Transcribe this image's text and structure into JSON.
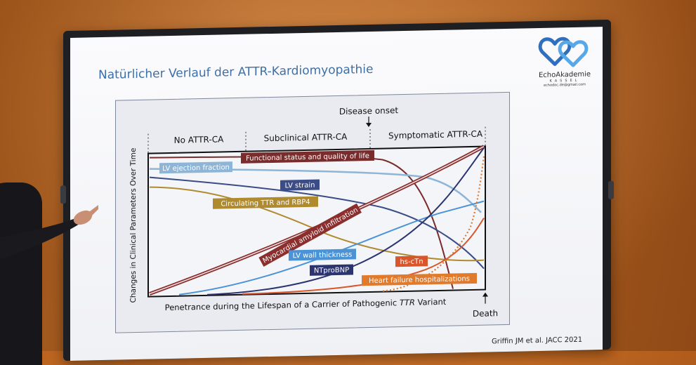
{
  "slide": {
    "title": "Natürlicher Verlauf der ATTR-Kardiomyopathie",
    "citation": "Griffin JM et al. JACC 2021"
  },
  "logo": {
    "name": "EchoAkademie",
    "sub": "KASSEL",
    "email": "echodoc.de@gmail.com"
  },
  "figure": {
    "disease_onset": "Disease onset",
    "phases": [
      "No ATTR-CA",
      "Subclinical ATTR-CA",
      "Symptomatic ATTR-CA"
    ],
    "y_axis_label": "Changes in Clinical Parameters Over Time",
    "x_axis_label_prefix": "Penetrance during the Lifespan of a Carrier of Pathogenic ",
    "x_axis_label_italic": "TTR",
    "x_axis_label_suffix": " Variant",
    "death_label": "Death",
    "curves": [
      {
        "label": "Functional status and quality of life",
        "color": "#7a2b2b"
      },
      {
        "label": "LV ejection fraction",
        "color": "#8fb5d6"
      },
      {
        "label": "LV strain",
        "color": "#3b4c86"
      },
      {
        "label": "Circulating TTR and RBP4",
        "color": "#b08a2e"
      },
      {
        "label": "Myocardial amyloid infiltration",
        "color": "#8a2e2e"
      },
      {
        "label": "LV wall thickness",
        "color": "#4a93d6"
      },
      {
        "label": "NTproBNP",
        "color": "#2c3470"
      },
      {
        "label": "hs-cTn",
        "color": "#d9552a"
      },
      {
        "label": "Heart failure hospitalizations",
        "color": "#e07a2c"
      }
    ]
  },
  "colors": {
    "wall": "#c26a22",
    "title_blue": "#3d6fa8",
    "logo_blue": "#2f6fc0"
  }
}
